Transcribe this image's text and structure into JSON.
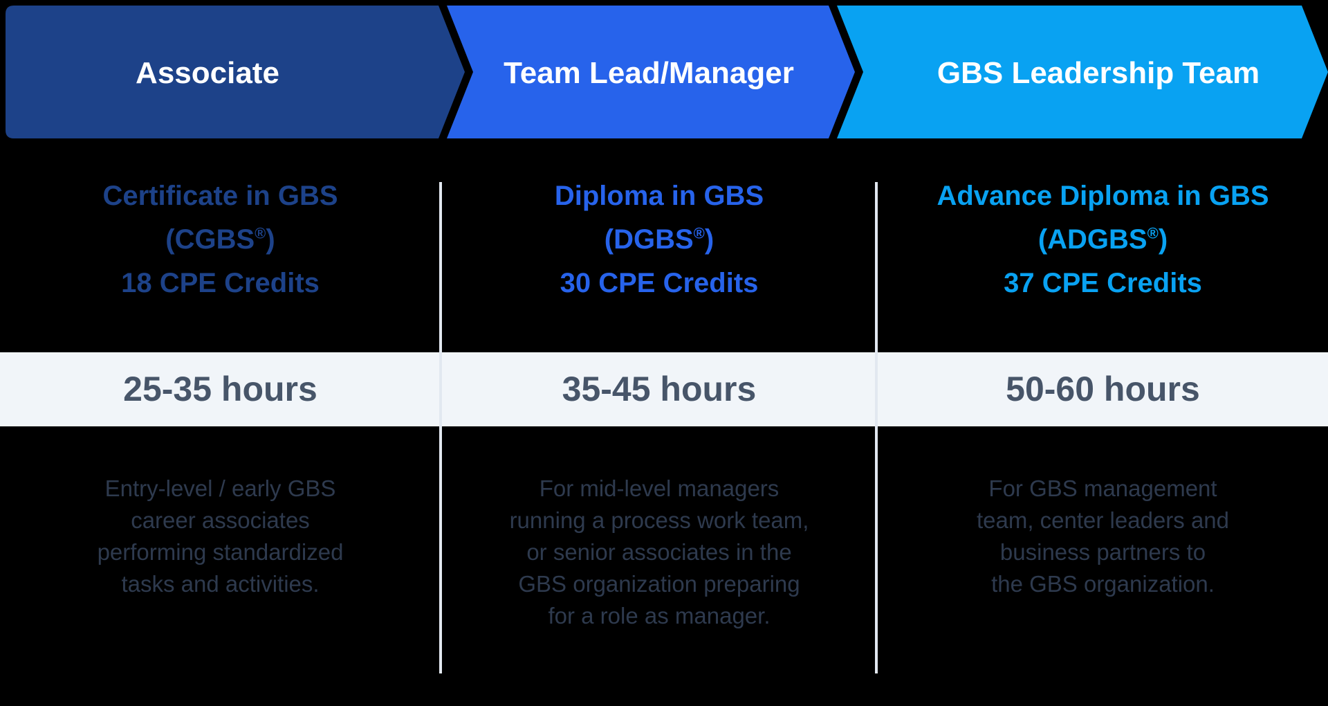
{
  "colors": {
    "background": "#000000",
    "header_text": "#FFFFFF",
    "hours_row_bg": "#F1F5F9",
    "hours_text": "#475569",
    "description_text": "#2E3A4E",
    "divider": "#E2E8F0"
  },
  "stages": [
    {
      "header": "Associate",
      "accent": "#1D4289",
      "credential_name": "Certificate in GBS",
      "credential_abbr_prefix": "(CGBS",
      "registered_mark": "®",
      "credential_abbr_suffix": ")",
      "credits": "18 CPE Credits",
      "hours": "25-35 hours",
      "description": "Entry-level / early GBS\ncareer associates\nperforming standardized\ntasks and activities."
    },
    {
      "header": "Team Lead/Manager",
      "accent": "#2763EB",
      "credential_name": "Diploma in GBS",
      "credential_abbr_prefix": "(DGBS",
      "registered_mark": "®",
      "credential_abbr_suffix": ")",
      "credits": "30 CPE Credits",
      "hours": "35-45 hours",
      "description": "For mid-level managers\nrunning a process work team,\nor senior associates in the\nGBS organization preparing\nfor a role as manager."
    },
    {
      "header": "GBS Leadership Team",
      "accent": "#09A2F2",
      "credential_name": "Advance Diploma in GBS",
      "credential_abbr_prefix": "(ADGBS",
      "registered_mark": "®",
      "credential_abbr_suffix": ")",
      "credits": "37 CPE Credits",
      "hours": "50-60 hours",
      "description": "For GBS management\nteam, center leaders and\nbusiness partners to\nthe GBS organization."
    }
  ]
}
